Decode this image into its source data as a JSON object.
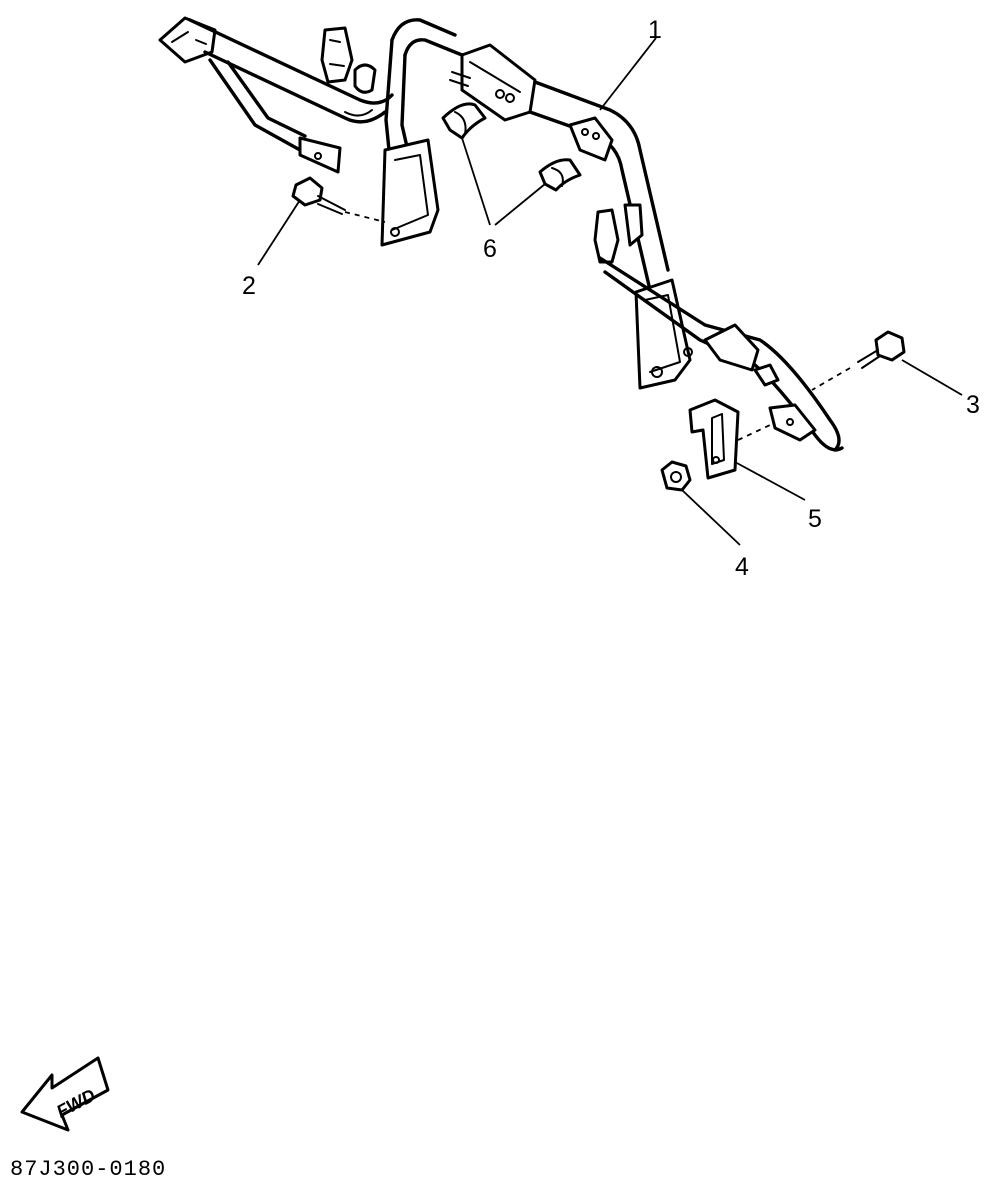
{
  "callouts": [
    {
      "id": "1",
      "label": "1"
    },
    {
      "id": "2",
      "label": "2"
    },
    {
      "id": "3",
      "label": "3"
    },
    {
      "id": "4",
      "label": "4"
    },
    {
      "id": "5",
      "label": "5"
    },
    {
      "id": "6",
      "label": "6"
    }
  ],
  "fwd_arrow": {
    "label": "FWD"
  },
  "drawing_code": "87J300-0180",
  "colors": {
    "line": "#000000",
    "background": "#ffffff"
  }
}
